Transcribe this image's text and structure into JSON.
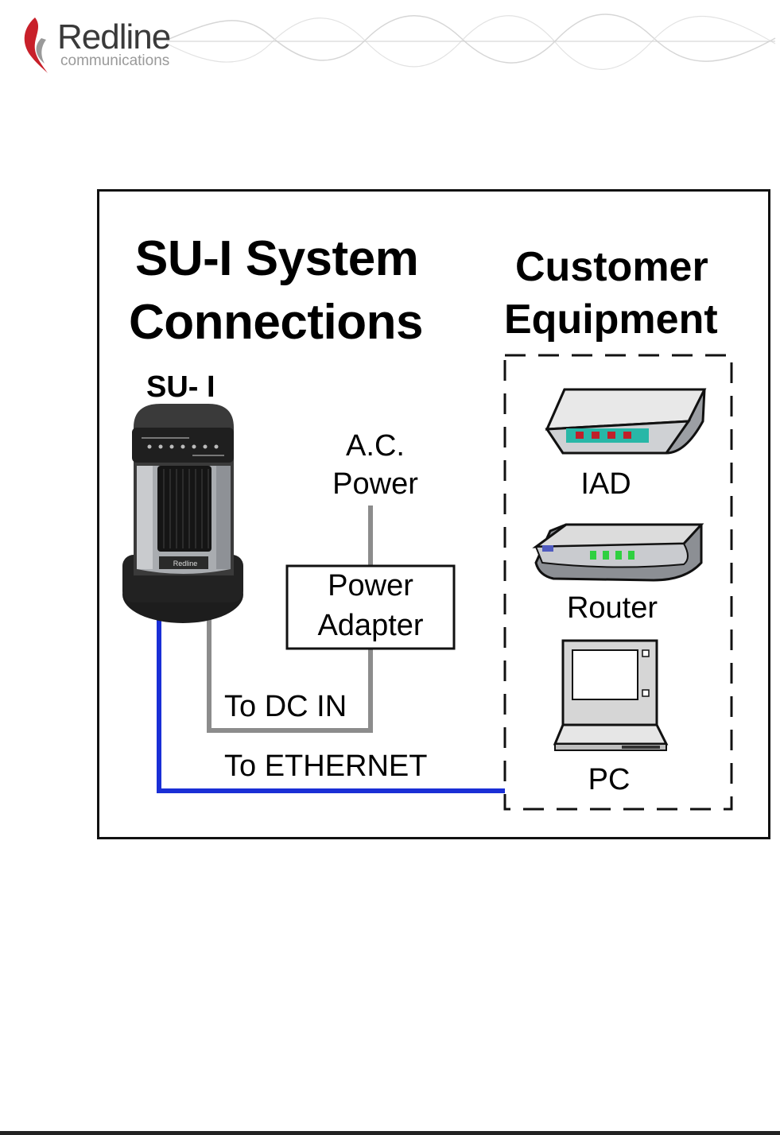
{
  "header": {
    "brand": "Redline",
    "brand_sub": "communications"
  },
  "diagram": {
    "title_line1": "SU-I System",
    "title_line2": "Connections",
    "customer_line1": "Customer",
    "customer_line2": "Equipment",
    "device_label": "SU- I",
    "ac_power_line1": "A.C.",
    "ac_power_line2": "Power",
    "adapter_line1": "Power",
    "adapter_line2": "Adapter",
    "to_dc_in": "To DC IN",
    "to_ethernet": "To ETHERNET",
    "equipment": [
      {
        "label": "IAD",
        "icon": "iad-icon"
      },
      {
        "label": "Router",
        "icon": "router-icon"
      },
      {
        "label": "PC",
        "icon": "laptop-icon"
      }
    ],
    "device_badge": "Redline",
    "colors": {
      "ethernet_cable": "#1a2fd6",
      "power_cable": "#8c8c8c",
      "logo_red": "#c8202a"
    }
  }
}
